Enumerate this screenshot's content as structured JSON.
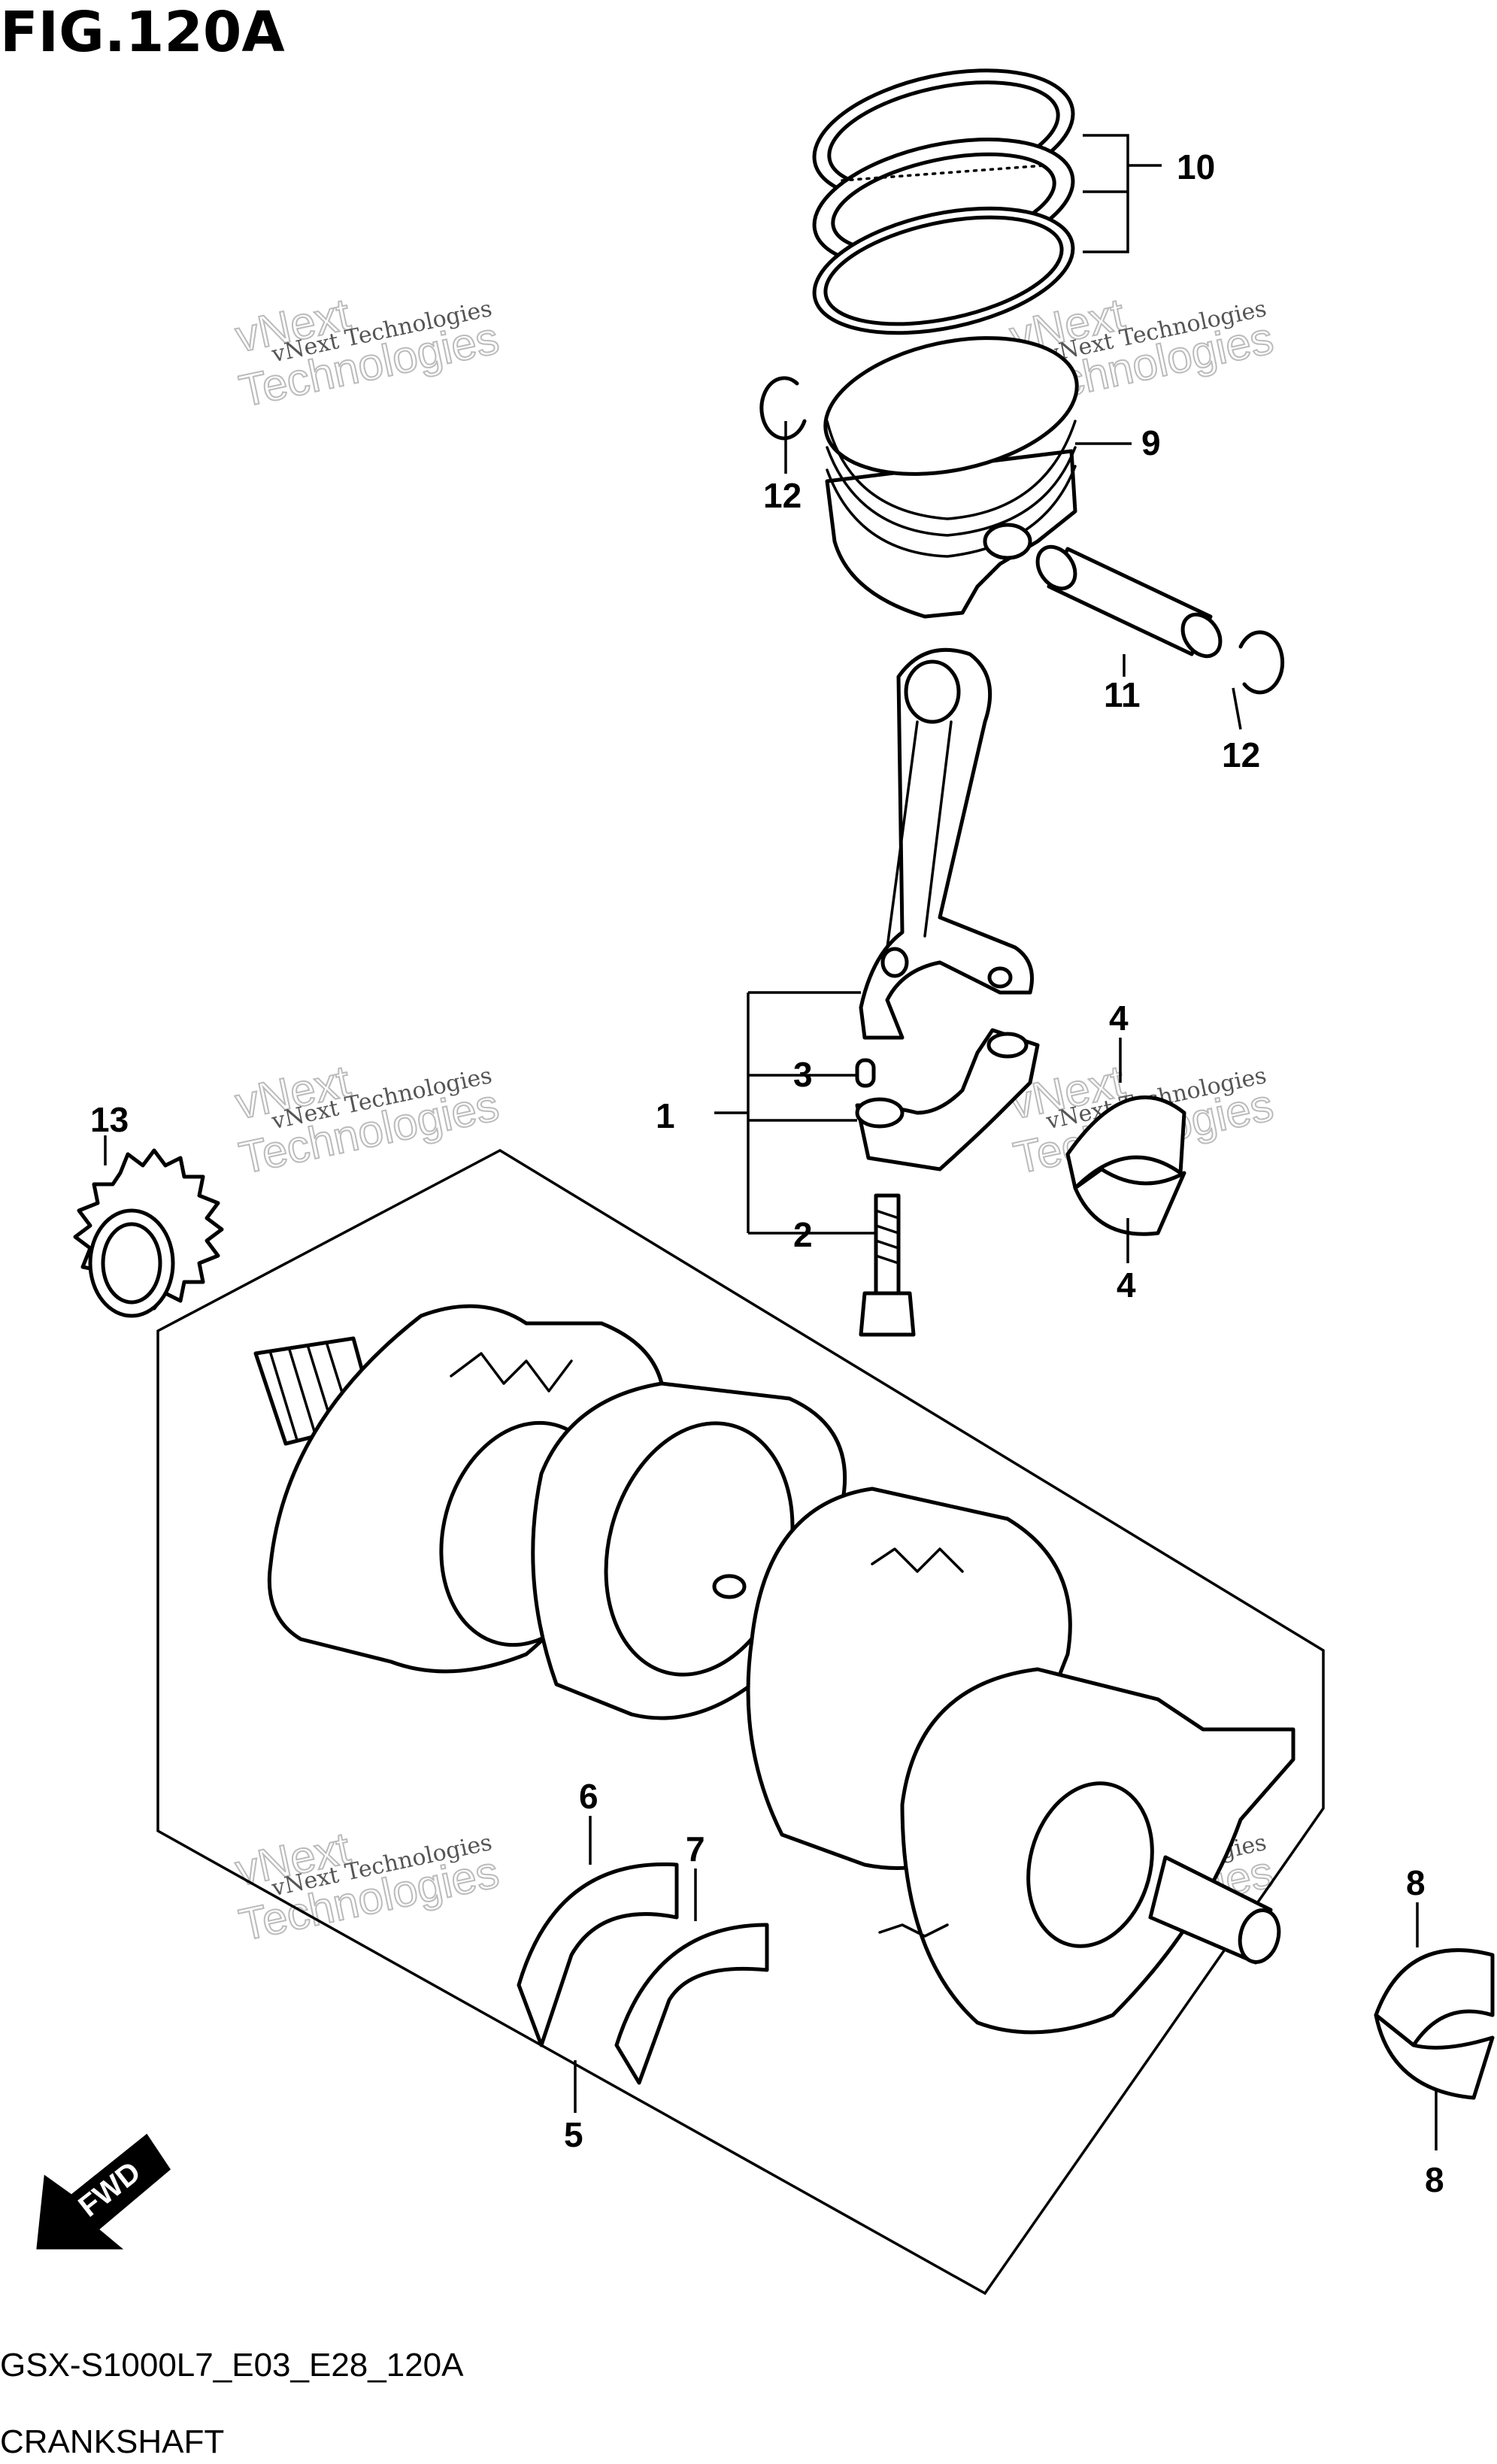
{
  "figure": {
    "title": "FIG.120A",
    "code": "GSX-S1000L7_E03_E28_120A",
    "name": "CRANKSHAFT"
  },
  "watermark": {
    "line1": "vNext Technologies",
    "line2": "vNext",
    "line3": "Technologies"
  },
  "fwd_label": "FWD",
  "callouts": {
    "c1": "1",
    "c2": "2",
    "c3": "3",
    "c4a": "4",
    "c4b": "4",
    "c5": "5",
    "c6": "6",
    "c7": "7",
    "c8a": "8",
    "c8b": "8",
    "c9": "9",
    "c10": "10",
    "c11": "11",
    "c12a": "12",
    "c12b": "12",
    "c13": "13"
  }
}
